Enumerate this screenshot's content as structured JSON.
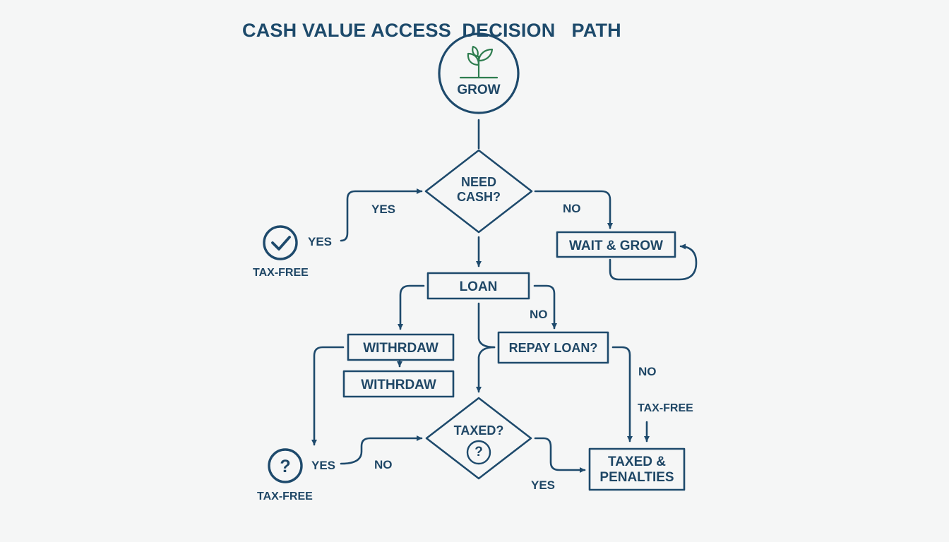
{
  "title": "CASH VALUE ACCESS  DECISION   PATH",
  "colors": {
    "stroke": "#1e4a6c",
    "text": "#1f4766",
    "accent_green": "#2e7d4f",
    "background": "#f5f6f6"
  },
  "nodes": {
    "grow": {
      "label": "GROW",
      "icon": "sprout-icon"
    },
    "need_cash": {
      "line1": "NEED",
      "line2": "CASH?"
    },
    "wait_grow": {
      "label": "WAIT & GROW"
    },
    "loan": {
      "label": "LOAN"
    },
    "withdraw_1": {
      "label": "WITHRDAW"
    },
    "withdraw_2": {
      "label": "WITHRDAW"
    },
    "repay_loan": {
      "label": "REPAY LOAN?"
    },
    "taxed": {
      "label": "TAXED?",
      "icon": "question-icon"
    },
    "taxed_penalties": {
      "line1": "TAXED &",
      "line2": "PENALTIES"
    }
  },
  "edge_labels": {
    "yes_top": "YES",
    "no_top": "NO",
    "yes_check": "YES",
    "taxfree_check": "TAX-FREE",
    "no_loan": "NO",
    "no_repay": "NO",
    "taxfree_right": "TAX-FREE",
    "yes_question": "YES",
    "taxfree_question": "TAX-FREE",
    "no_taxed": "NO",
    "yes_taxed": "YES"
  },
  "icons": {
    "check": "check-circle-icon",
    "question": "question-circle-icon"
  }
}
